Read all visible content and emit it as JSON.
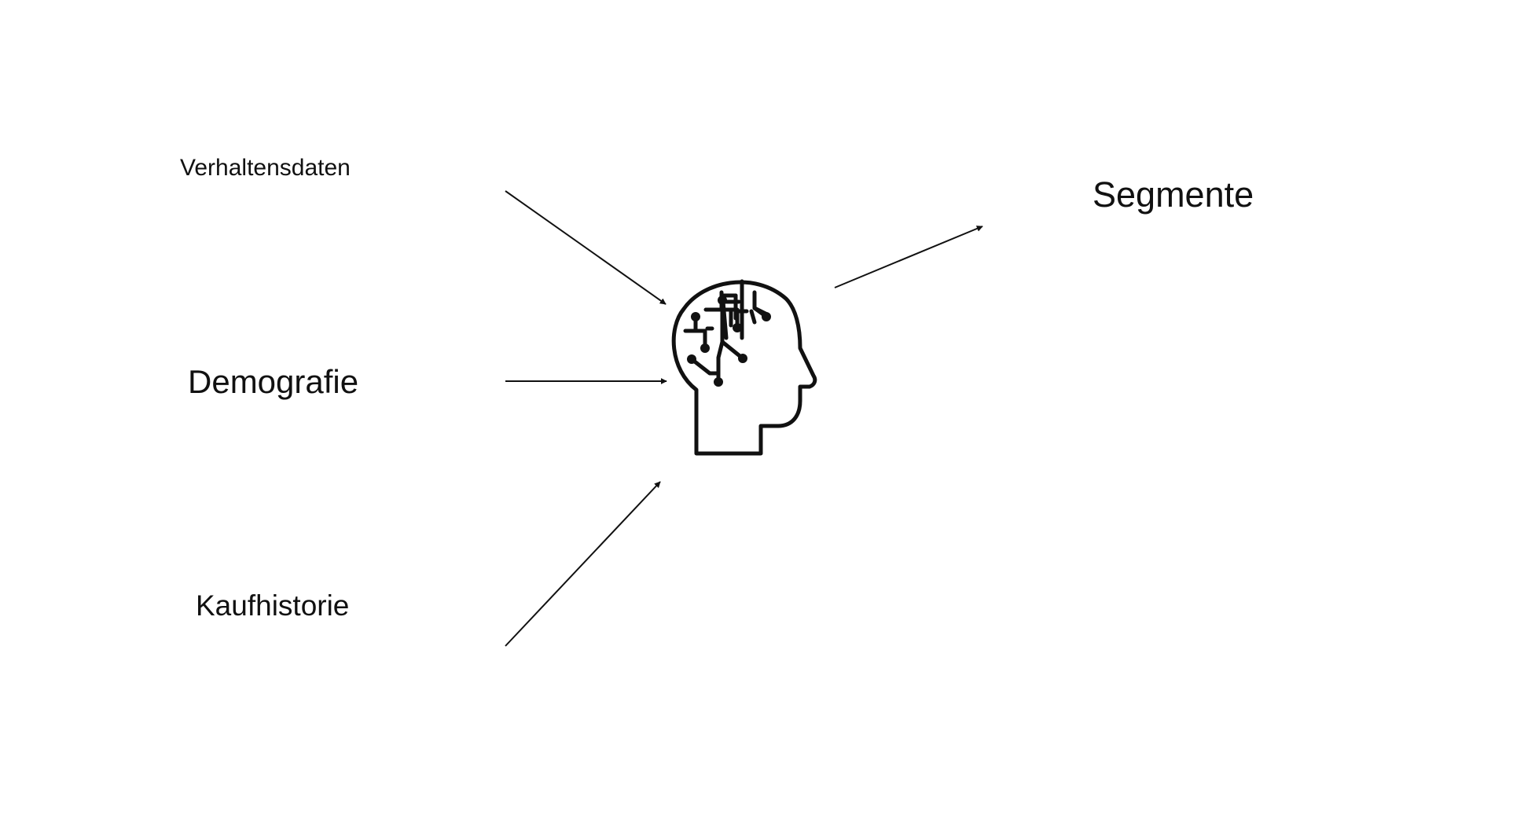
{
  "diagram": {
    "inputs": [
      {
        "label": "Verhaltensdaten"
      },
      {
        "label": "Demografie"
      },
      {
        "label": "Kaufhistorie"
      }
    ],
    "center": {
      "icon": "ai-brain-head-icon"
    },
    "output": {
      "label": "Segmente"
    },
    "colors": {
      "background": "#ffffff",
      "ink": "#111111"
    }
  }
}
